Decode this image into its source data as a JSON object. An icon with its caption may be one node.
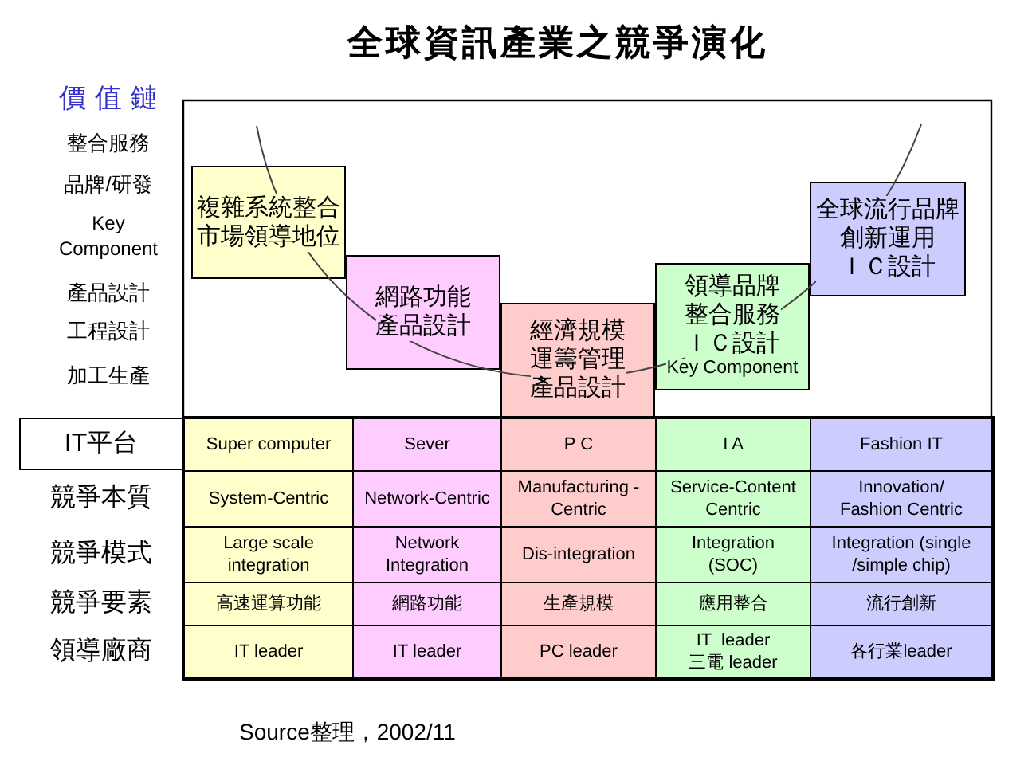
{
  "diagram": {
    "title": "全球資訊產業之競爭演化",
    "nodes": [
      {
        "text": [
          "複雜系統整合市場領導地位"
        ]
      },
      {
        "text": [
          "網路功能產品設計"
        ]
      },
      {
        "text": [
          "經濟規模運籌管理產品設計"
        ]
      },
      {
        "text": [
          "領導品牌整合服務ＩＣ設計",
          "Key Component"
        ]
      },
      {
        "text": [
          "全球流行品牌創新運用ＩＣ設計"
        ]
      },
      {
        "text": [
          "IT平台"
        ]
      }
    ],
    "edges": [],
    "labels": [
      "價 值 鏈",
      "整合服務",
      "品牌/研發",
      "Key Component",
      "產品設計",
      "工程設計",
      "加工生產",
      "Super computer",
      "Sever",
      "P C",
      "I A",
      "Fashion IT",
      "競爭本質",
      "System-Centric",
      "Network-Centric",
      "Manufacturing -Centric",
      "Service-Content Centric",
      "Innovation/ Fashion Centric",
      "競爭模式",
      "Large scale integration",
      "Network Integration",
      "Dis-integration",
      "Integration (SOC)",
      "Integration (single /simple chip)",
      "競爭要素",
      "高速運算功能",
      "網路功能",
      "生產規模",
      "應用整合",
      "流行創新",
      "領導廠商",
      "IT leader",
      "IT leader",
      "PC leader",
      "IT  leader 三電 leader",
      "各行業leader",
      "Source整理，2002/11"
    ]
  }
}
